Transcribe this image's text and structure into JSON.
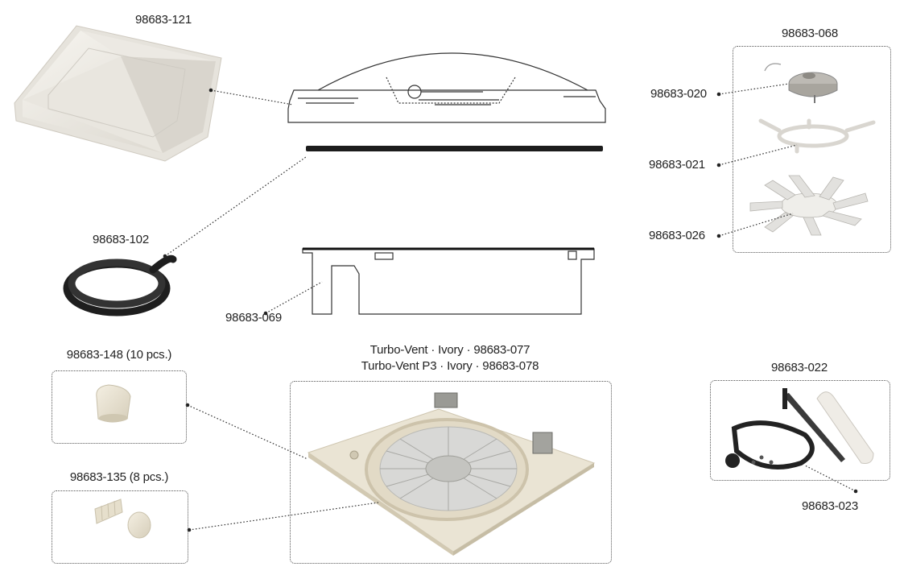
{
  "parts": {
    "lid": "98683-121",
    "gasket": "98683-102",
    "base": "98683-069",
    "cap": "98683-148 (10 pcs.)",
    "rivet": "98683-135 (8 pcs.)",
    "fan_kit": "98683-068",
    "motor": "98683-020",
    "bracket": "98683-021",
    "blade": "98683-026",
    "crank_kit": "98683-022",
    "crank_part": "98683-023"
  },
  "product": {
    "line1": "Turbo-Vent · Ivory · 98683-077",
    "line2": "Turbo-Vent P3 · Ivory · 98683-078"
  }
}
